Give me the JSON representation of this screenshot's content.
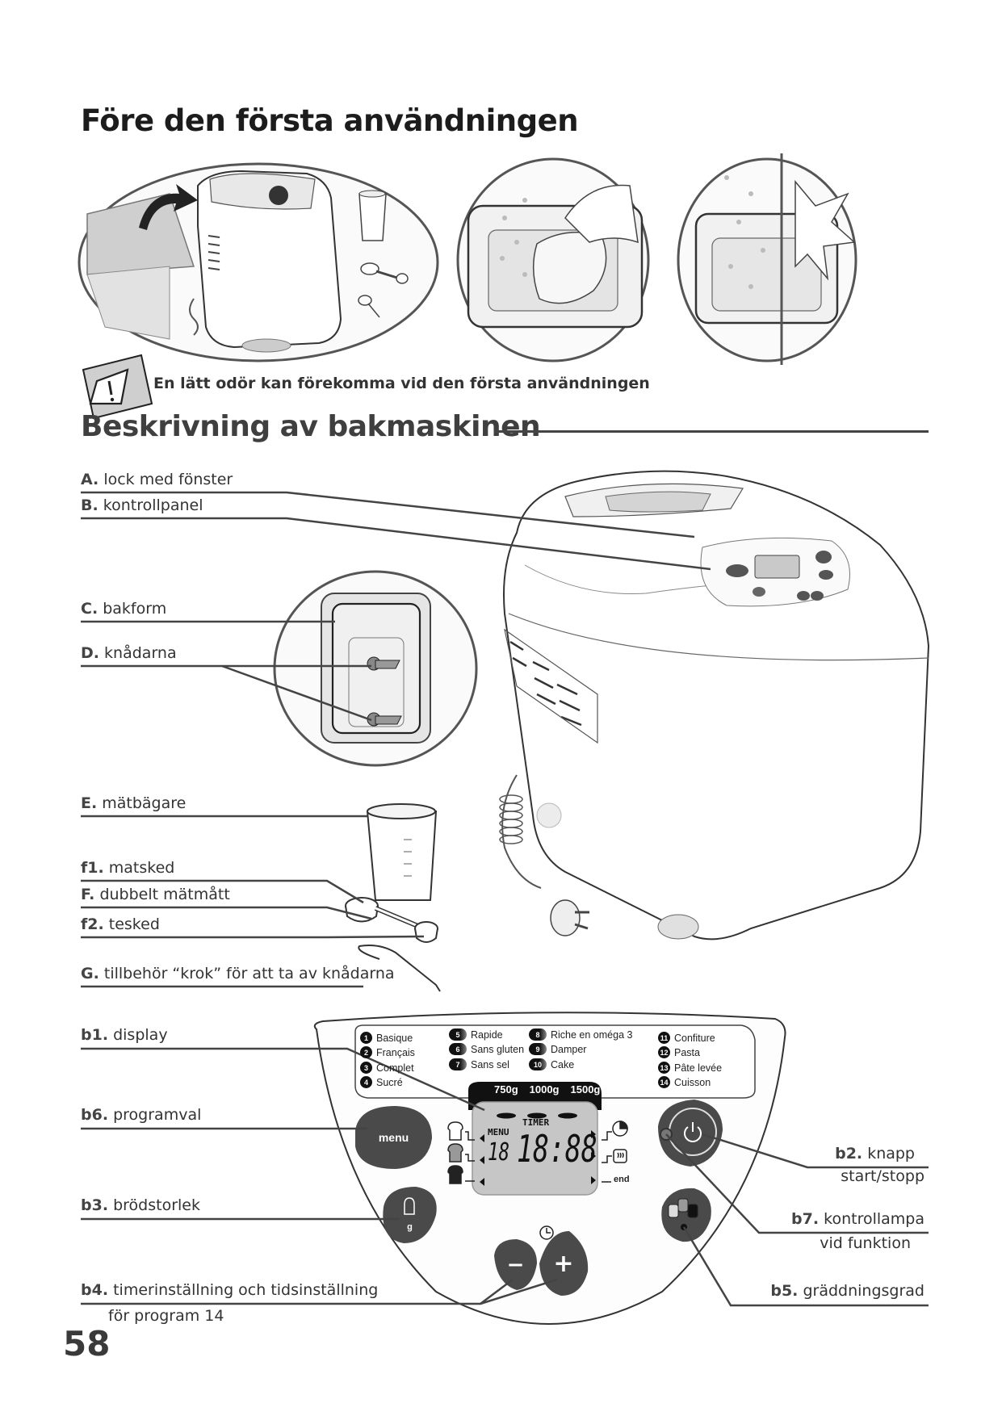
{
  "page": {
    "number": "58"
  },
  "section1": {
    "title": "Före den första användningen",
    "warning_icon": "warning-triangle-icon",
    "warning_text": "En lätt odör kan förekomma vid den första användningen",
    "illustrations": [
      {
        "name": "unpack-machine-illustration"
      },
      {
        "name": "wipe-pan-illustration"
      },
      {
        "name": "dry-pan-illustration"
      }
    ]
  },
  "section2": {
    "title": "Beskrivning av bakmaskinen",
    "parts": [
      {
        "key": "A.",
        "text": "lock med fönster"
      },
      {
        "key": "B.",
        "text": "kontrollpanel"
      },
      {
        "key": "C.",
        "text": "bakform"
      },
      {
        "key": "D.",
        "text": "knådarna"
      },
      {
        "key": "E.",
        "text": "mätbägare"
      },
      {
        "key": "f1.",
        "text": "matsked"
      },
      {
        "key": "F.",
        "text": "dubbelt mätmått"
      },
      {
        "key": "f2.",
        "text": "tesked"
      },
      {
        "key": "G.",
        "text": "tillbehör “krok” för att ta av knådarna"
      }
    ],
    "panel_labels": {
      "b1": {
        "key": "b1.",
        "text": "display"
      },
      "b6": {
        "key": "b6.",
        "text": "programval"
      },
      "b3": {
        "key": "b3.",
        "text": "brödstorlek"
      },
      "b4": {
        "key": "b4.",
        "text": "timerinställning och tidsinställning",
        "line2": "för program 14"
      },
      "b2": {
        "key": "b2.",
        "text": "knapp",
        "line2": "start/stopp"
      },
      "b7": {
        "key": "b7.",
        "text": "kontrollampa",
        "line2": "vid funktion"
      },
      "b5": {
        "key": "b5.",
        "text": "gräddningsgrad"
      }
    }
  },
  "control_panel": {
    "programs": [
      {
        "n": "1",
        "name": "Basique"
      },
      {
        "n": "2",
        "name": "Français"
      },
      {
        "n": "3",
        "name": "Complet"
      },
      {
        "n": "4",
        "name": "Sucré"
      },
      {
        "n": "5",
        "name": "Rapide"
      },
      {
        "n": "6",
        "name": "Sans gluten"
      },
      {
        "n": "7",
        "name": "Sans sel"
      },
      {
        "n": "8",
        "name": "Riche en oméga 3"
      },
      {
        "n": "9",
        "name": "Damper"
      },
      {
        "n": "10",
        "name": "Cake"
      },
      {
        "n": "11",
        "name": "Confiture"
      },
      {
        "n": "12",
        "name": "Pasta"
      },
      {
        "n": "13",
        "name": "Pâte levée"
      },
      {
        "n": "14",
        "name": "Cuisson"
      }
    ],
    "weights": [
      "750g",
      "1000g",
      "1500g"
    ],
    "lcd": {
      "menu_label": "MENU",
      "timer_label": "TIMER",
      "menu_digits": "18",
      "time_digits": "18:88",
      "end_label": "end"
    },
    "buttons": {
      "menu": "menu",
      "size_unit": "g",
      "minus": "−",
      "plus": "+",
      "power_icon": "power-icon",
      "crust_icon": "crust-color-icon",
      "clock_icon": "clock-icon"
    }
  }
}
